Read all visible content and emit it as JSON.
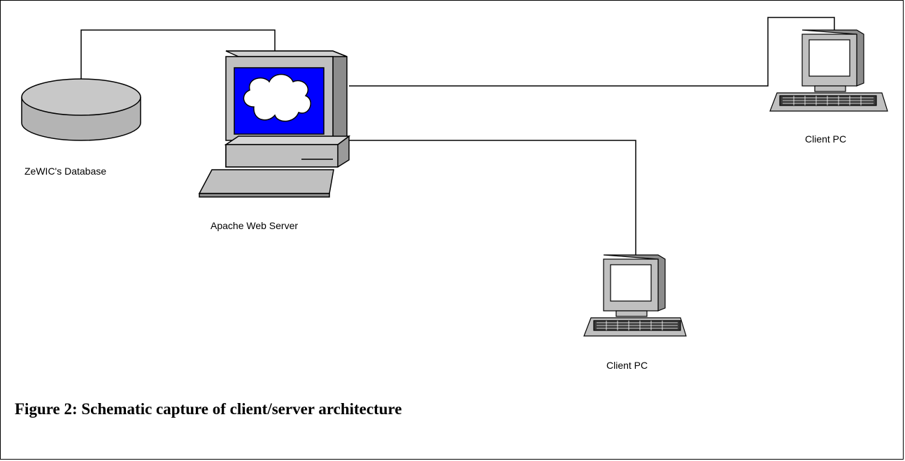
{
  "nodes": {
    "database": {
      "label": "ZeWIC's Database"
    },
    "server": {
      "label": "Apache Web Server"
    },
    "client_top": {
      "label": "Client PC"
    },
    "client_bottom": {
      "label": "Client PC"
    }
  },
  "caption": "Figure 2: Schematic capture of client/server architecture",
  "colors": {
    "line": "#000000",
    "device_gray": "#c0c0c0",
    "screen_blue": "#0000ff",
    "cloud": "#ffffff"
  },
  "icons": {
    "database": "database-cylinder-icon",
    "server": "web-server-monitor-icon",
    "client": "desktop-pc-icon"
  }
}
